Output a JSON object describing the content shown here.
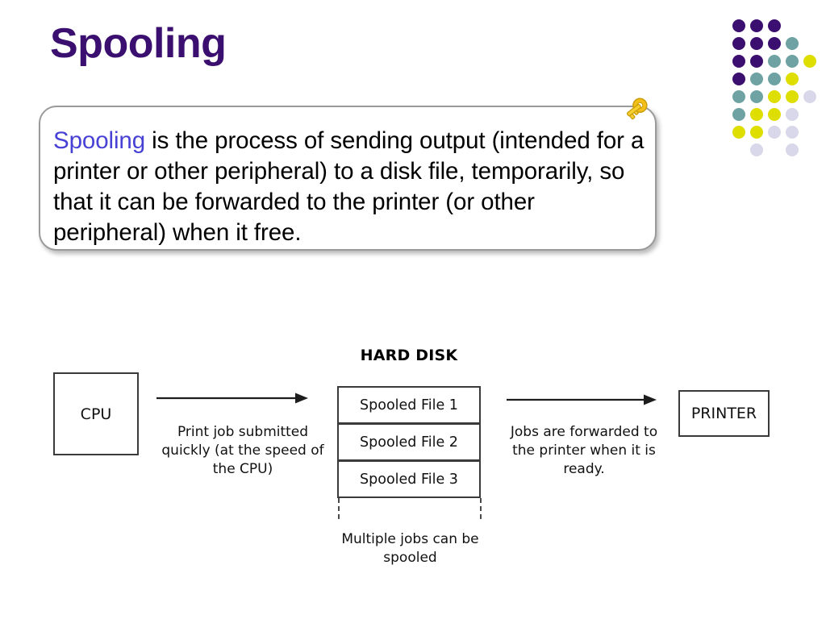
{
  "slide": {
    "title": "Spooling",
    "title_color": "#3b0f6f"
  },
  "callout": {
    "keyword": "Spooling",
    "keyword_color": "#4741d6",
    "body": " is the process of sending output (intended for a printer or other peripheral) to a disk file, temporarily, so that it can be forwarded to the printer (or other peripheral) when it free.",
    "icon": "key-icon"
  },
  "decoration": {
    "name": "dot-grid",
    "colors": {
      "purple": "#3b0f6f",
      "teal": "#6fa3a3",
      "yellow": "#dede00",
      "lavender": "#d8d8ea"
    },
    "dots": [
      {
        "col": 0,
        "row": 0,
        "color": "#3b0f6f"
      },
      {
        "col": 1,
        "row": 0,
        "color": "#3b0f6f"
      },
      {
        "col": 2,
        "row": 0,
        "color": "#3b0f6f"
      },
      {
        "col": 0,
        "row": 1,
        "color": "#3b0f6f"
      },
      {
        "col": 1,
        "row": 1,
        "color": "#3b0f6f"
      },
      {
        "col": 2,
        "row": 1,
        "color": "#3b0f6f"
      },
      {
        "col": 3,
        "row": 1,
        "color": "#6fa3a3"
      },
      {
        "col": 0,
        "row": 2,
        "color": "#3b0f6f"
      },
      {
        "col": 1,
        "row": 2,
        "color": "#3b0f6f"
      },
      {
        "col": 2,
        "row": 2,
        "color": "#6fa3a3"
      },
      {
        "col": 3,
        "row": 2,
        "color": "#6fa3a3"
      },
      {
        "col": 4,
        "row": 2,
        "color": "#dede00"
      },
      {
        "col": 0,
        "row": 3,
        "color": "#3b0f6f"
      },
      {
        "col": 1,
        "row": 3,
        "color": "#6fa3a3"
      },
      {
        "col": 2,
        "row": 3,
        "color": "#6fa3a3"
      },
      {
        "col": 3,
        "row": 3,
        "color": "#dede00"
      },
      {
        "col": 0,
        "row": 4,
        "color": "#6fa3a3"
      },
      {
        "col": 1,
        "row": 4,
        "color": "#6fa3a3"
      },
      {
        "col": 2,
        "row": 4,
        "color": "#dede00"
      },
      {
        "col": 3,
        "row": 4,
        "color": "#dede00"
      },
      {
        "col": 4,
        "row": 4,
        "color": "#d8d8ea"
      },
      {
        "col": 0,
        "row": 5,
        "color": "#6fa3a3"
      },
      {
        "col": 1,
        "row": 5,
        "color": "#dede00"
      },
      {
        "col": 2,
        "row": 5,
        "color": "#dede00"
      },
      {
        "col": 3,
        "row": 5,
        "color": "#d8d8ea"
      },
      {
        "col": 0,
        "row": 6,
        "color": "#dede00"
      },
      {
        "col": 1,
        "row": 6,
        "color": "#dede00"
      },
      {
        "col": 2,
        "row": 6,
        "color": "#d8d8ea"
      },
      {
        "col": 3,
        "row": 6,
        "color": "#d8d8ea"
      },
      {
        "col": 1,
        "row": 7,
        "color": "#d8d8ea"
      },
      {
        "col": 3,
        "row": 7,
        "color": "#d8d8ea"
      }
    ]
  },
  "diagram": {
    "cpu_label": "CPU",
    "printer_label": "PRINTER",
    "hard_disk_label": "HARD DISK",
    "spooled_files": [
      "Spooled File 1",
      "Spooled File 2",
      "Spooled File 3"
    ],
    "caption_left": "Print job submitted quickly (at the speed of the CPU)",
    "caption_right": "Jobs are forwarded to the printer when it is ready.",
    "caption_bottom": "Multiple jobs can be spooled"
  }
}
